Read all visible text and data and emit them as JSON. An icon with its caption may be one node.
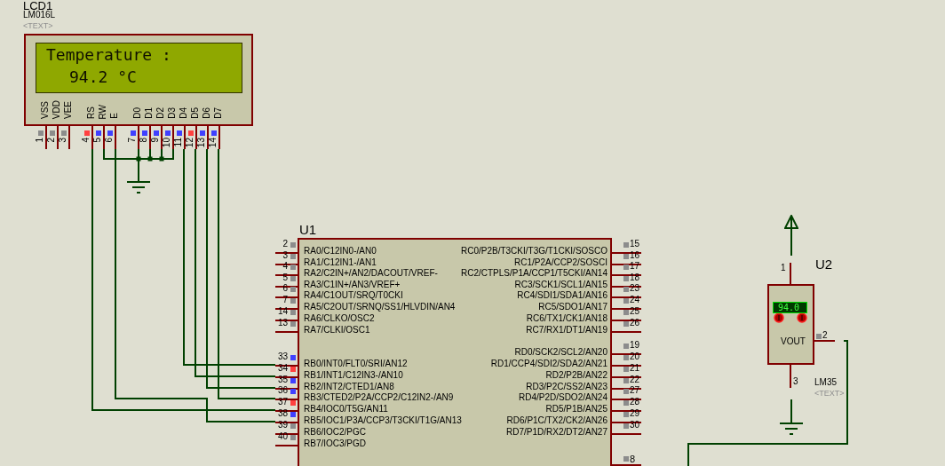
{
  "diagram": {
    "nodes": [
      {
        "text": [
          "LCD1",
          "LM016L",
          "<TEXT>",
          "VSS",
          "VDD",
          "VEE",
          "RS",
          "RW",
          "E",
          "D0",
          "D1",
          "D2",
          "D3",
          "D4",
          "D5",
          "D6",
          "D7",
          "1",
          "2",
          "3",
          "4",
          "5",
          "6",
          "7",
          "8",
          "9",
          "10",
          "11",
          "12",
          "13",
          "14"
        ]
      },
      {
        "text": [
          "Temperature :",
          "94.2 °C"
        ],
        "in": 0
      },
      {
        "text": [],
        "shape": "ground"
      },
      {
        "text": [
          "U1",
          "RA0/C12IN0-/AN0",
          "RA1/C12IN1-/AN1",
          "RA2/C2IN+/AN2/DACOUT/VREF-",
          "RA3/C1IN+/AN3/VREF+",
          "RA4/C1OUT/SRQ/T0CKI",
          "RA5/C2OUT/SRNQ/SS1/HLVDIN/AN4",
          "RA6/CLKO/OSC2",
          "RA7/CLKI/OSC1",
          "RB0/INT0/FLT0/SRI/AN12",
          "RB1/INT1/C12IN3-/AN10",
          "RB2/INT2/CTED1/AN8",
          "RB3/CTED2/P2A/CCP2/C12IN2-/AN9",
          "RB4/IOC0/T5G/AN11",
          "RB5/IOC1/P3A/CCP3/T3CKI/T1G/AN13",
          "RB6/IOC2/PGC",
          "RB7/IOC3/PGD",
          "2",
          "3",
          "4",
          "5",
          "6",
          "7",
          "14",
          "13",
          "33",
          "34",
          "35",
          "36",
          "37",
          "38",
          "39",
          "40",
          "RC0/P2B/T3CKI/T3G/T1CKI/SOSCO",
          "RC1/P2A/CCP2/SOSCI",
          "RC2/CTPLS/P1A/CCP1/T5CKI/AN14",
          "RC3/SCK1/SCL1/AN15",
          "RC4/SDI1/SDA1/AN16",
          "RC5/SDO1/AN17",
          "RC6/TX1/CK1/AN18",
          "RC7/RX1/DT1/AN19",
          "RD0/SCK2/SCL2/AN20",
          "RD1/CCP4/SDI2/SDA2/AN21",
          "RD2/P2B/AN22",
          "RD3/P2C/SS2/AN23",
          "RD4/P2D/SDO2/AN24",
          "RD5/P1B/AN25",
          "RD6/P1C/TX2/CK2/AN26",
          "RD7/P1D/RX2/DT2/AN27",
          "15",
          "16",
          "17",
          "18",
          "23",
          "24",
          "25",
          "26",
          "19",
          "20",
          "21",
          "22",
          "27",
          "28",
          "29",
          "30",
          "8"
        ]
      },
      {
        "text": [
          "U2",
          "1",
          "VOUT",
          "2",
          "3",
          "LM35",
          "<TEXT>"
        ]
      },
      {
        "text": [
          "94.0"
        ],
        "in": 4
      },
      {
        "text": [],
        "shape": "triangle"
      },
      {
        "text": [],
        "shape": "ground"
      }
    ],
    "edges": [
      {
        "from": 0,
        "to": 3,
        "arrow": "none"
      },
      {
        "from": 0,
        "to": 3,
        "arrow": "none"
      },
      {
        "from": 0,
        "to": 3,
        "arrow": "none"
      },
      {
        "from": 0,
        "to": 3,
        "arrow": "none"
      },
      {
        "from": 0,
        "to": 3,
        "arrow": "none"
      },
      {
        "from": 0,
        "to": 3,
        "arrow": "none"
      },
      {
        "from": 0,
        "to": 2,
        "arrow": "none"
      },
      {
        "from": 0,
        "to": 2,
        "arrow": "none"
      },
      {
        "from": 0,
        "to": 2,
        "arrow": "none"
      },
      {
        "from": 0,
        "to": 2,
        "arrow": "none"
      },
      {
        "from": 0,
        "to": 2,
        "arrow": "none"
      },
      {
        "from": 4,
        "to": 6,
        "arrow": "none"
      },
      {
        "from": 4,
        "to": 7,
        "arrow": "none"
      },
      {
        "from": 4,
        "to": null,
        "arrow": "none"
      }
    ]
  }
}
